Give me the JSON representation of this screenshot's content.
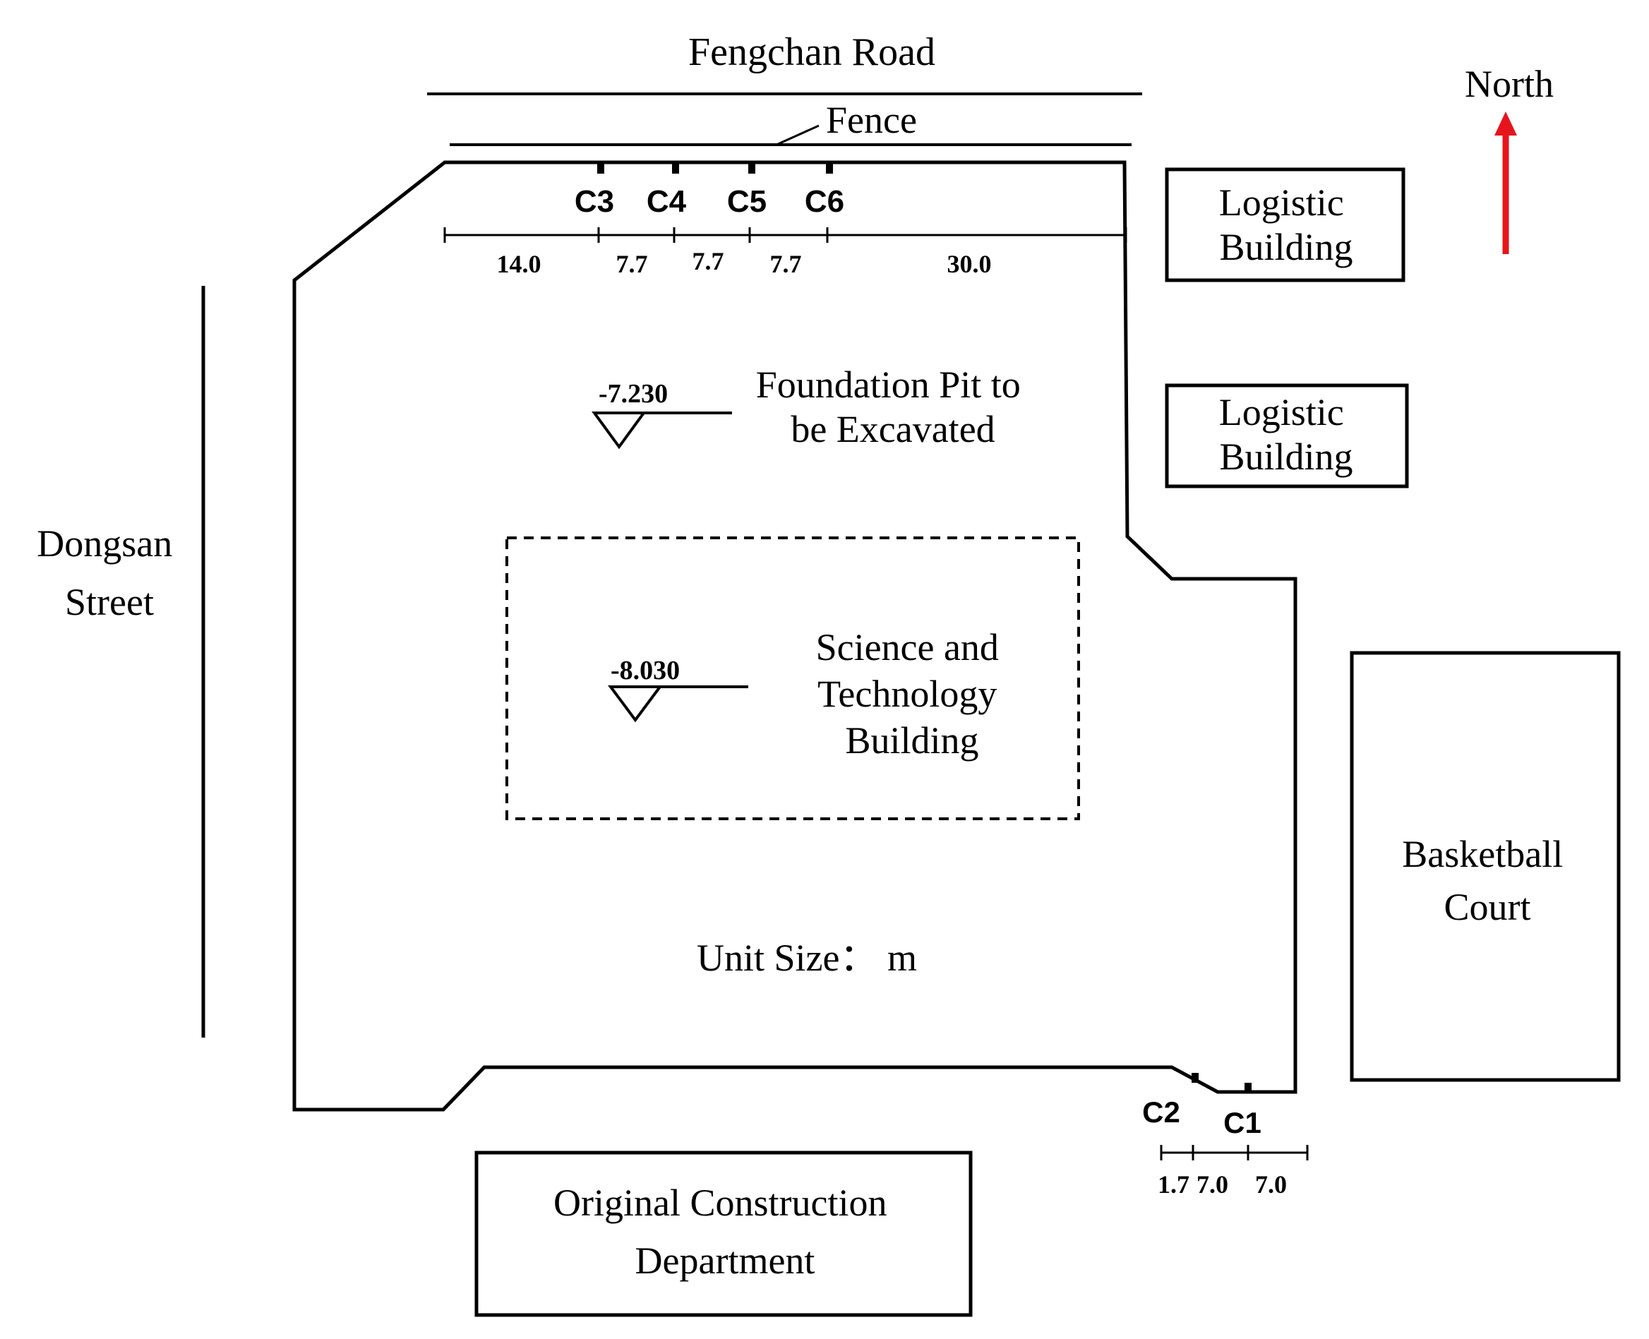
{
  "labels": {
    "road": "Fengchan Road",
    "fence": "Fence",
    "north": "North",
    "street_line1": "Dongsan",
    "street_line2": "Street",
    "logistic1_line1": "Logistic",
    "logistic1_line2": "Building",
    "logistic2_line1": "Logistic",
    "logistic2_line2": "Building",
    "pit_line1": "Foundation Pit  to",
    "pit_line2": "be Excavated",
    "stb_line1": "Science and",
    "stb_line2": "Technology",
    "stb_line3": "Building",
    "court_line1": "Basketball",
    "court_line2": "Court",
    "ocd_line1": "Original Construction",
    "ocd_line2": "Department",
    "unit": "Unit Size：  m"
  },
  "elevations": {
    "pit": "-7.230",
    "building": "-8.030"
  },
  "monitoring_points": {
    "top": [
      "C3",
      "C4",
      "C5",
      "C6"
    ],
    "bottom": [
      "C2",
      "C1"
    ]
  },
  "dimensions": {
    "top": [
      "14.0",
      "7.7",
      "7.7",
      "7.7",
      "30.0"
    ],
    "bottom": [
      "1.7",
      "7.0",
      "7.0"
    ]
  },
  "colors": {
    "north_arrow": "#e8141b",
    "line": "#000000"
  }
}
